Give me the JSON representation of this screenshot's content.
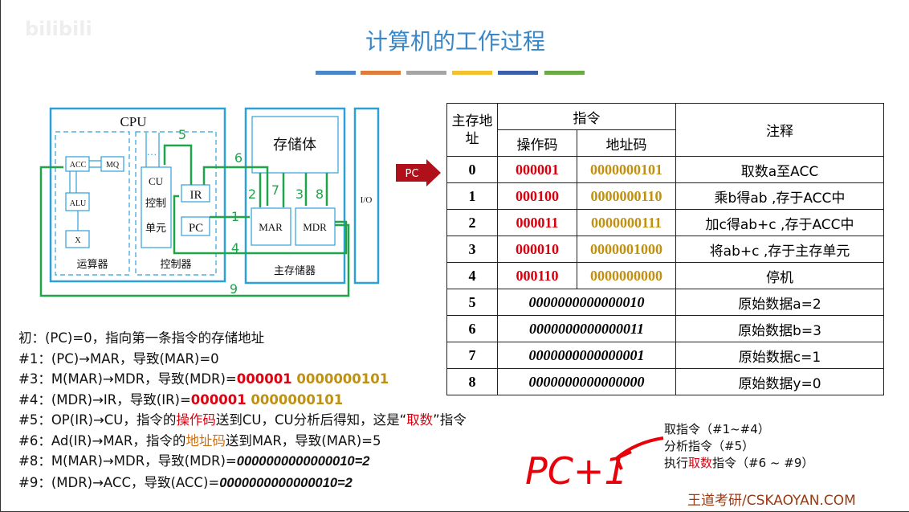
{
  "title": "计算机的工作过程",
  "watermark": "bilibili",
  "accent_bars": [
    "#4a86c8",
    "#e07b39",
    "#a5a5a5",
    "#f2c12e",
    "#3b5ea8",
    "#6aaa46"
  ],
  "diagram": {
    "cpu": "CPU",
    "acc": "ACC",
    "mq": "MQ",
    "alu": "ALU",
    "x": "X",
    "alu_group": "运算器",
    "cu": "CU",
    "cu_l1": "控制",
    "cu_l2": "单元",
    "ctrl_group": "控制器",
    "ir": "IR",
    "pc": "PC",
    "storage": "存储体",
    "mar": "MAR",
    "mdr": "MDR",
    "memory": "主存储器",
    "io": "I/O",
    "dots": "…",
    "steps": [
      "1",
      "2",
      "3",
      "4",
      "5",
      "6",
      "7",
      "8",
      "9"
    ]
  },
  "pc_pointer": "PC",
  "table": {
    "h_addr": "主存地址",
    "h_instr": "指令",
    "h_op": "操作码",
    "h_ad": "地址码",
    "h_note": "注释",
    "rows": [
      {
        "addr": "0",
        "op": "000001",
        "ad": "0000000101",
        "note": "取数a至ACC"
      },
      {
        "addr": "1",
        "op": "000100",
        "ad": "0000000110",
        "note": "乘b得ab ,存于ACC中"
      },
      {
        "addr": "2",
        "op": "000011",
        "ad": "0000000111",
        "note": "加c得ab+c ,存于ACC中"
      },
      {
        "addr": "3",
        "op": "000010",
        "ad": "0000001000",
        "note": "将ab+c ,存于主存单元"
      },
      {
        "addr": "4",
        "op": "000110",
        "ad": "0000000000",
        "note": "停机"
      }
    ],
    "data_rows": [
      {
        "addr": "5",
        "value": "0000000000000010",
        "note": "原始数据a=2"
      },
      {
        "addr": "6",
        "value": "0000000000000011",
        "note": "原始数据b=3"
      },
      {
        "addr": "7",
        "value": "0000000000000001",
        "note": "原始数据c=1"
      },
      {
        "addr": "8",
        "value": "0000000000000000",
        "note": "原始数据y=0"
      }
    ]
  },
  "steps": {
    "s0": "初：(PC)=0，指向第一条指令的存储地址",
    "s1": "#1：(PC)→MAR，导致(MAR)=0",
    "s3a": "#3：M(MAR)→MDR，导致(MDR)=",
    "s3op": "000001",
    "s3ad": " 0000000101",
    "s4a": "#4：(MDR)→IR，导致(IR)=",
    "s4op": "000001",
    "s4ad": " 0000000101",
    "s5a": "#5：OP(IR)→CU，指令的",
    "s5b": "操作码",
    "s5c": "送到CU，CU分析后得知，这是“",
    "s5d": "取数",
    "s5e": "”指令",
    "s6a": "#6：Ad(IR)→MAR，指令的",
    "s6b": "地址码",
    "s6c": "送到MAR，导致(MAR)=5",
    "s8a": "#8：M(MAR)→MDR，导致(MDR)=",
    "s8b": "0000000000000010=2",
    "s9a": "#9：(MDR)→ACC，导致(ACC)=",
    "s9b": "0000000000000010=2"
  },
  "notes": {
    "n1": "取指令（#1~#4）",
    "n2": "分析指令（#5）",
    "n3a": "执行",
    "n3b": "取数",
    "n3c": "指令（#6 ~ #9）"
  },
  "handwriting": "PC+1",
  "brand": "王道考研/CSKAOYAN.COM"
}
